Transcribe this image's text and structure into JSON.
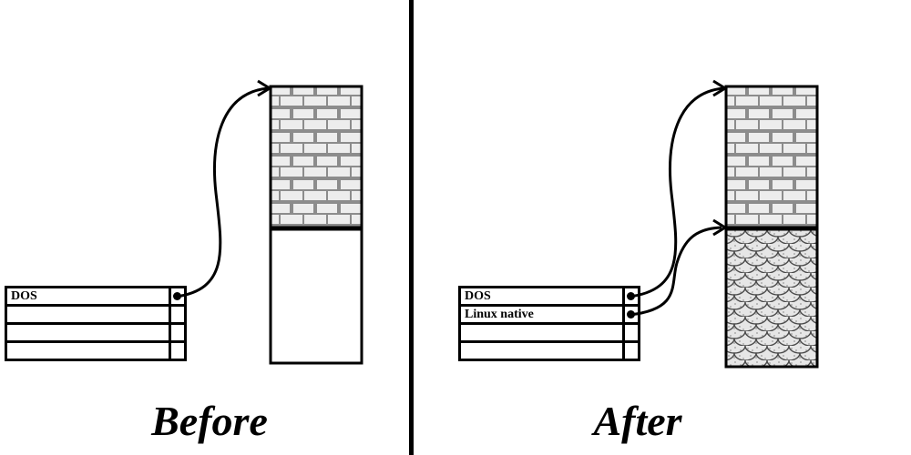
{
  "before": {
    "title": "Before",
    "partition_table": {
      "rows": [
        {
          "label": "DOS",
          "pointer": true
        },
        {
          "label": "",
          "pointer": false
        },
        {
          "label": "",
          "pointer": false
        },
        {
          "label": "",
          "pointer": false
        }
      ]
    },
    "disk": {
      "top_section": "brick-pattern-partition",
      "bottom_section": "empty-space"
    }
  },
  "after": {
    "title": "After",
    "partition_table": {
      "rows": [
        {
          "label": "DOS",
          "pointer": true
        },
        {
          "label": "Linux native",
          "pointer": true
        },
        {
          "label": "",
          "pointer": false
        },
        {
          "label": "",
          "pointer": false
        }
      ]
    },
    "disk": {
      "top_section": "brick-pattern-partition",
      "bottom_section": "fish-scale-pattern-partition"
    }
  },
  "colors": {
    "line": "#000000",
    "brick_fill": "#ededed",
    "brick_line": "#8c8c8c",
    "scale_fill": "#e6e6e6",
    "scale_line": "#4a4a4a"
  }
}
